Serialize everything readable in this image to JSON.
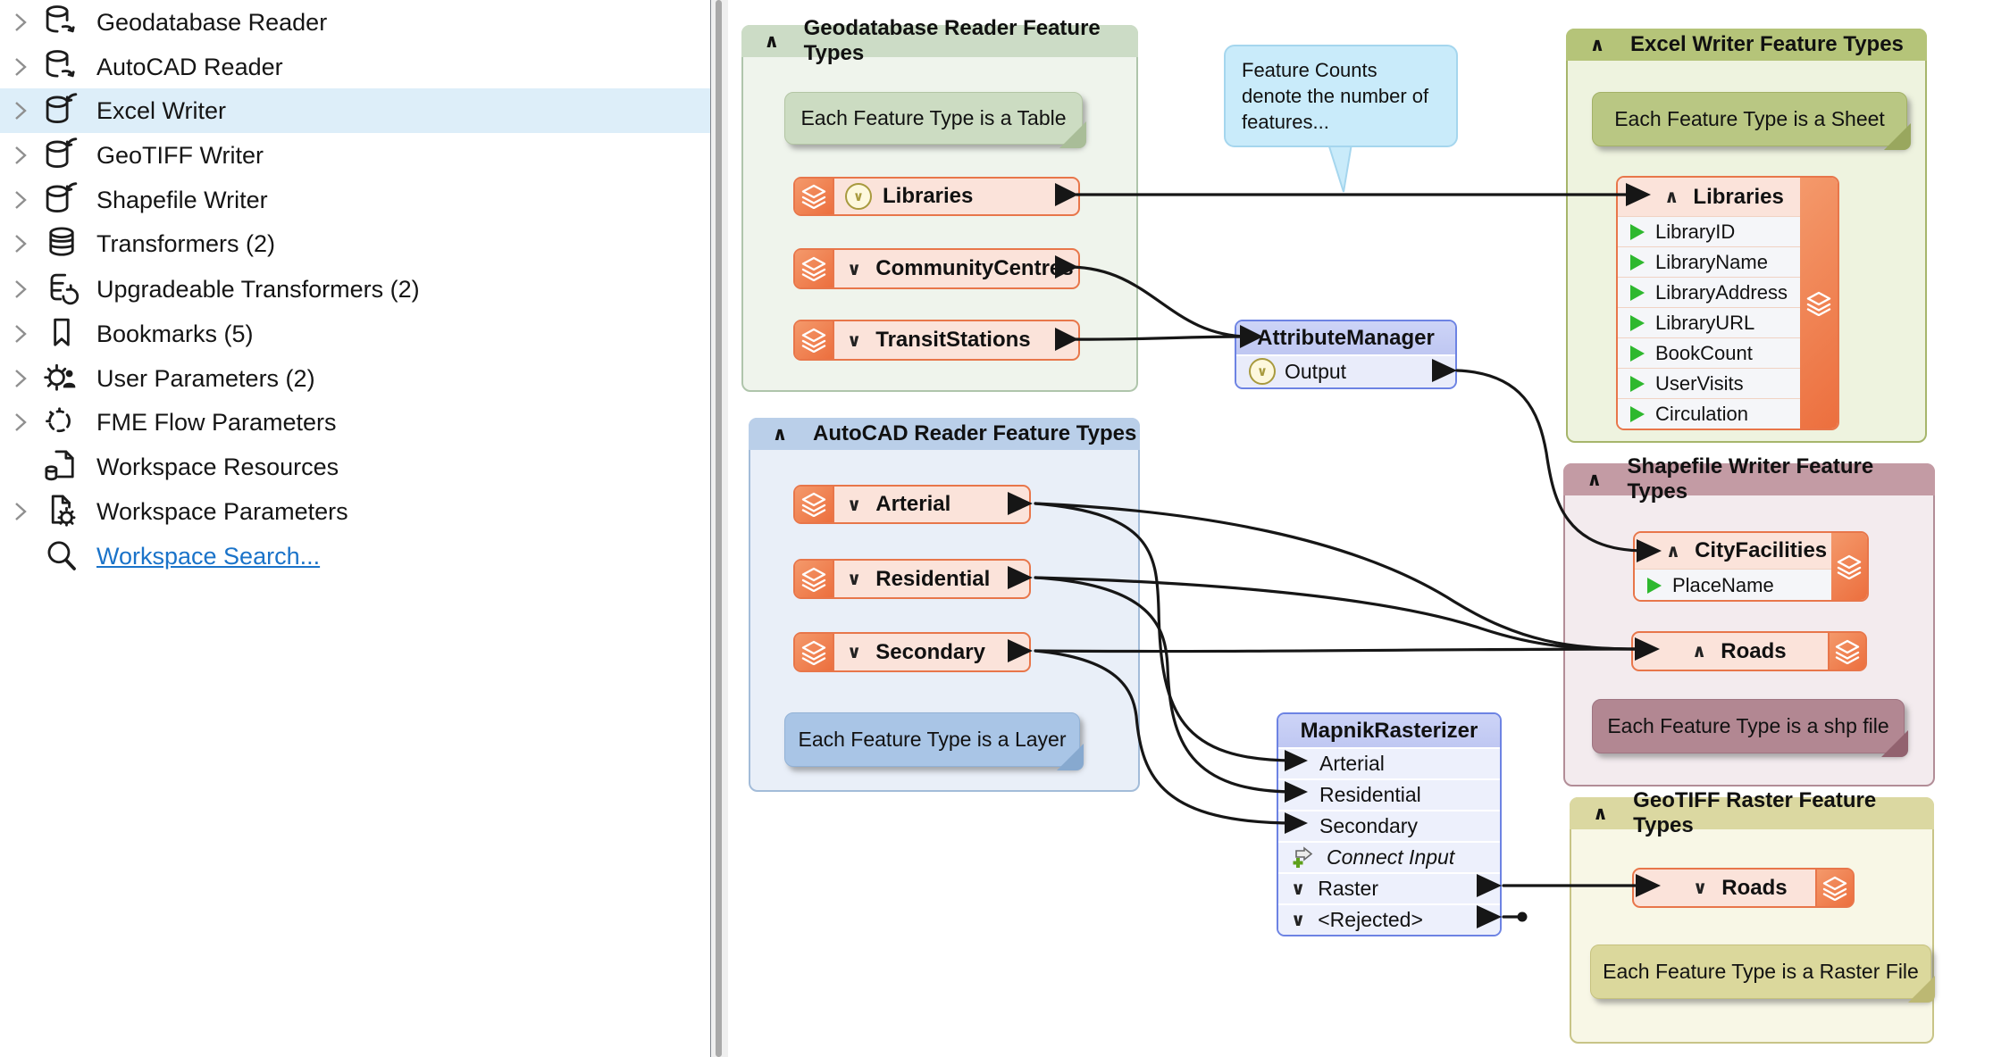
{
  "sidebar": {
    "items": [
      {
        "label": "Geodatabase Reader"
      },
      {
        "label": "AutoCAD Reader"
      },
      {
        "label": "Excel Writer"
      },
      {
        "label": "GeoTIFF Writer"
      },
      {
        "label": "Shapefile Writer"
      },
      {
        "label": "Transformers (2)"
      },
      {
        "label": "Upgradeable Transformers (2)"
      },
      {
        "label": "Bookmarks (5)"
      },
      {
        "label": "User Parameters (2)"
      },
      {
        "label": "FME Flow Parameters"
      },
      {
        "label": "Workspace Resources"
      },
      {
        "label": "Workspace Parameters"
      },
      {
        "label": "Workspace Search..."
      }
    ]
  },
  "canvas": {
    "glyphs": {
      "collapse": "∧",
      "expand": "∨"
    },
    "annotation": {
      "text": "Feature Counts denote the number of features..."
    },
    "groups": {
      "geodatabase": {
        "title": "Geodatabase Reader Feature Types",
        "note": "Each Feature Type is a Table",
        "nodes": [
          {
            "label": "Libraries"
          },
          {
            "label": "CommunityCentres"
          },
          {
            "label": "TransitStations"
          }
        ]
      },
      "autocad": {
        "title": "AutoCAD Reader Feature Types",
        "note": "Each Feature Type is a Layer",
        "nodes": [
          {
            "label": "Arterial"
          },
          {
            "label": "Residential"
          },
          {
            "label": "Secondary"
          }
        ]
      },
      "excel": {
        "title": "Excel Writer Feature Types",
        "note": "Each Feature Type is a Sheet",
        "node": {
          "label": "Libraries",
          "attributes": [
            "LibraryID",
            "LibraryName",
            "LibraryAddress",
            "LibraryURL",
            "BookCount",
            "UserVisits",
            "Circulation"
          ]
        }
      },
      "shapefile": {
        "title": "Shapefile Writer Feature Types",
        "note": "Each Feature Type is a shp file",
        "city_facilities": {
          "label": "CityFacilities",
          "attributes": [
            "PlaceName"
          ]
        },
        "roads": {
          "label": "Roads"
        }
      },
      "geotiff": {
        "title": "GeoTIFF Raster Feature Types",
        "note": "Each Feature Type is a Raster File",
        "roads": {
          "label": "Roads"
        }
      }
    },
    "transformers": {
      "attribute_manager": {
        "title": "AttributeManager",
        "output": "Output"
      },
      "mapnik_rasterizer": {
        "title": "MapnikRasterizer",
        "inputs": [
          "Arterial",
          "Residential",
          "Secondary"
        ],
        "connect_input": "Connect Input",
        "outputs": [
          "Raster",
          "<Rejected>"
        ]
      }
    },
    "colors": {
      "node_orange": "#ec6f3e",
      "node_fill": "#fbe3da",
      "edge": "#161616",
      "attr_green": "#2eb82e",
      "link_blue": "#1a73c9",
      "selected_row": "#ddeef9",
      "sticky_blue": "#c9ebfa"
    }
  }
}
